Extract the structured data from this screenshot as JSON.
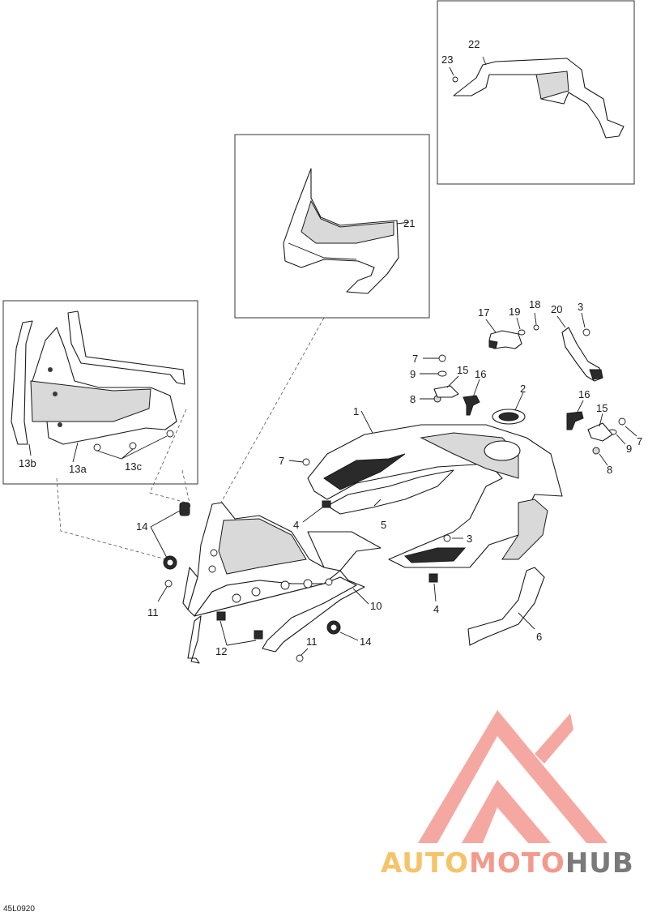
{
  "diagram_code": "45L0920",
  "logo": {
    "segments": [
      {
        "text": "AUTO",
        "color": "#f5c46a"
      },
      {
        "text": "MOTO",
        "color": "#f29a8c"
      },
      {
        "text": "HUB",
        "color": "#7a7a7a"
      }
    ],
    "mark_color": "#f28b82",
    "mark_icon": "triangle-logo-icon"
  },
  "callouts": {
    "c1": "1",
    "c2": "2",
    "c3a": "3",
    "c3b": "3",
    "c4a": "4",
    "c4b": "4",
    "c5": "5",
    "c6": "6",
    "c7a": "7",
    "c7b": "7",
    "c7c": "7",
    "c8a": "8",
    "c8b": "8",
    "c9a": "9",
    "c9b": "9",
    "c10": "10",
    "c11a": "11",
    "c11b": "11",
    "c12": "12",
    "c13a": "13a",
    "c13b": "13b",
    "c13c": "13c",
    "c14a": "14",
    "c14b": "14",
    "c15a": "15",
    "c15b": "15",
    "c16a": "16",
    "c16b": "16",
    "c17": "17",
    "c18": "18",
    "c19": "19",
    "c20": "20",
    "c21": "21",
    "c22": "22",
    "c23": "23"
  }
}
